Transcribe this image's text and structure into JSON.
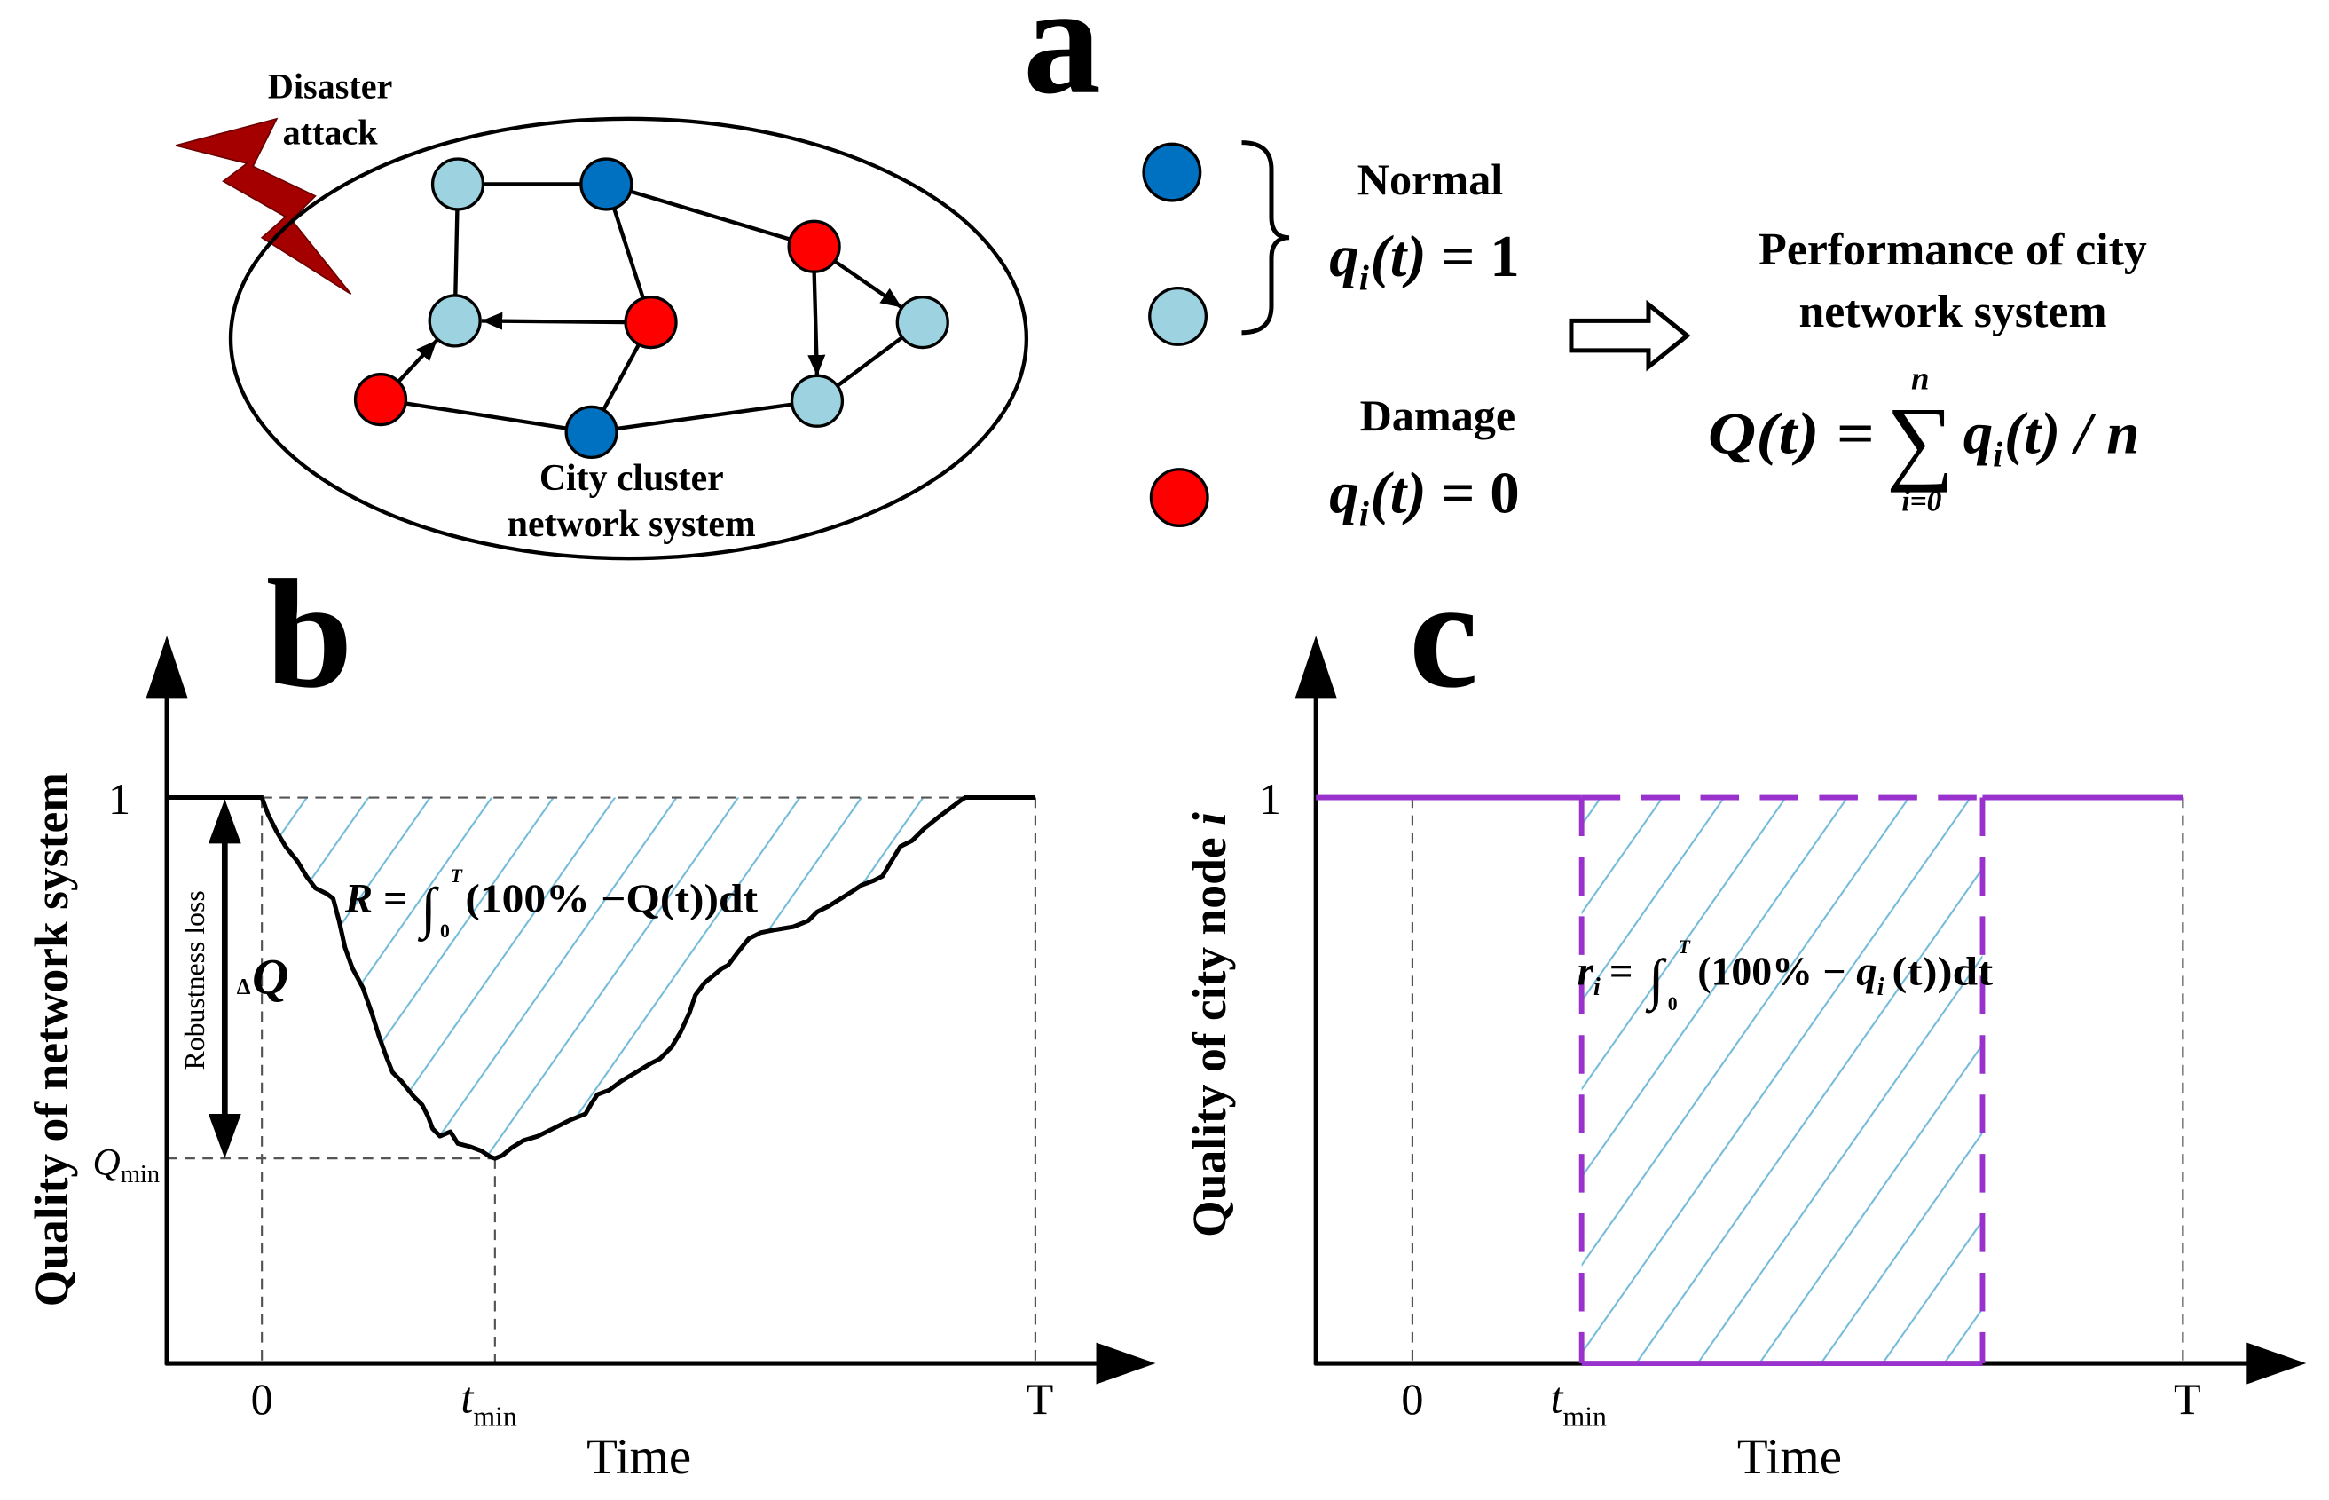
{
  "panel_a": {
    "label": "a",
    "disaster": [
      "Disaster",
      "attack"
    ],
    "system": [
      "City cluster",
      "network system"
    ],
    "legend": {
      "normal": {
        "label": "Normal",
        "var": "q",
        "sub": "i",
        "arg": "(t)",
        "value": "= 1"
      },
      "damage": {
        "label": "Damage",
        "var": "q",
        "sub": "i",
        "arg": "(t)",
        "value": "= 0"
      }
    },
    "performance": {
      "title": [
        "Performance of city",
        "network system"
      ],
      "formula": {
        "lhs": "Q(t) =",
        "sum": "∑",
        "upper": "n",
        "lower": "i=0",
        "var": "q",
        "sub": "i",
        "rest": "(t) / n"
      }
    }
  },
  "panel_b": {
    "label": "b",
    "y_axis_title": "Quality of network system",
    "y_tick": "1",
    "x_axis_title": "Time",
    "x_ticks": {
      "start": "0",
      "min_var": "t",
      "min_sub": "min",
      "end": "T"
    },
    "q_min": {
      "var": "Q",
      "sub": "min"
    },
    "loss_label": "Robustness loss",
    "delta": {
      "symbol": "Δ",
      "var": "Q"
    },
    "formula": {
      "lhs": "R =",
      "integral": "∫",
      "lower": "0",
      "upper": "T",
      "rest": "(100% −Q(t))dt"
    }
  },
  "panel_c": {
    "label": "c",
    "y_axis_title": "Quality of city node",
    "y_axis_var": "i",
    "y_tick": "1",
    "x_axis_title": "Time",
    "x_ticks": {
      "start": "0",
      "min_var": "t",
      "min_sub": "min",
      "end": "T"
    },
    "formula": {
      "var": "r",
      "sub": "i",
      "eq": "=",
      "integral": "∫",
      "lower": "0",
      "upper": "T",
      "mid": "(100% −",
      "var2": "q",
      "sub2": "i",
      "rest": "(t))dt"
    }
  },
  "colors": {
    "normal_dark": "#0070C0",
    "normal_light": "#9DD3E0",
    "damaged": "#FF0000",
    "lightning": "#A50000",
    "hatch": "#6FB8D8",
    "node_quality": "#9932CC"
  }
}
